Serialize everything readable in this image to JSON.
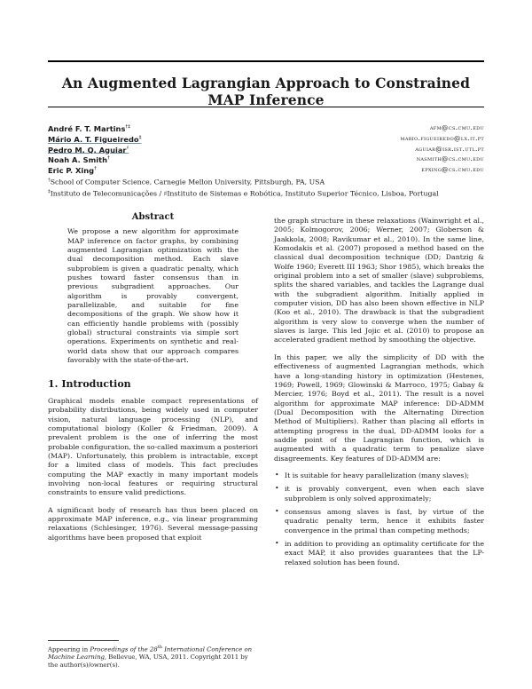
{
  "title": "An Augmented Lagrangian Approach to Constrained MAP Inference",
  "authors": [
    {
      "name": "André F. T. Martins",
      "marks": "†‡",
      "email": "afm@cs.cmu.edu"
    },
    {
      "name": "Mário A. T. Figueiredo",
      "marks": "‡",
      "email": "mario.figueiredo@lx.it.pt"
    },
    {
      "name": "Pedro M. Q. Aguiar",
      "marks": "♯",
      "email": "aguiar@isr.ist.utl.pt"
    },
    {
      "name": "Noah A. Smith",
      "marks": "†",
      "email": "nasmith@cs.cmu.edu"
    },
    {
      "name": "Eric P. Xing",
      "marks": "†",
      "email": "epxing@cs.cmu.edu"
    }
  ],
  "affiliations": [
    {
      "mark": "†",
      "text": "School of Computer Science, Carnegie Mellon University, Pittsburgh, PA, USA"
    },
    {
      "mark": "‡",
      "text": "Instituto de Telecomunicações / ♯Instituto de Sistemas e Robótica, Instituto Superior Técnico, Lisboa, Portugal"
    }
  ],
  "abstract": {
    "heading": "Abstract",
    "text": "We propose a new algorithm for approximate MAP inference on factor graphs, by combining augmented Lagrangian optimization with the dual decomposition method. Each slave subproblem is given a quadratic penalty, which pushes toward faster consensus than in previous subgradient approaches. Our algorithm is provably convergent, parallelizable, and suitable for fine decompositions of the graph. We show how it can efficiently handle problems with (possibly global) structural constraints via simple sort operations. Experiments on synthetic and real-world data show that our approach compares favorably with the state-of-the-art."
  },
  "intro": {
    "heading": "1. Introduction",
    "p1": "Graphical models enable compact representations of probability distributions, being widely used in computer vision, natural language processing (NLP), and computational biology (Koller & Friedman, 2009). A prevalent problem is the one of inferring the most probable configuration, the so-called maximum a posteriori (MAP). Unfortunately, this problem is intractable, except for a limited class of models. This fact precludes computing the MAP exactly in many important models involving non-local features or requiring structural constraints to ensure valid predictions.",
    "p2": "A significant body of research has thus been placed on approximate MAP inference, e.g., via linear programming relaxations (Schlesinger, 1976). Several message-passing algorithms have been proposed that exploit"
  },
  "right": {
    "p1": "the graph structure in these relaxations (Wainwright et al., 2005; Kolmogorov, 2006; Werner, 2007; Globerson & Jaakkola, 2008; Ravikumar et al., 2010). In the same line, Komodakis et al. (2007) proposed a method based on the classical dual decomposition technique (DD; Dantzig & Wolfe 1960; Everett III 1963; Shor 1985), which breaks the original problem into a set of smaller (slave) subproblems, splits the shared variables, and tackles the Lagrange dual with the subgradient algorithm. Initially applied in computer vision, DD has also been shown effective in NLP (Koo et al., 2010). The drawback is that the subgradient algorithm is very slow to converge when the number of slaves is large. This led Jojic et al. (2010) to propose an accelerated gradient method by smoothing the objective.",
    "p2": "In this paper, we ally the simplicity of DD with the effectiveness of augmented Lagrangian methods, which have a long-standing history in optimization (Hestenes, 1969; Powell, 1969; Glowinski & Marroco, 1975; Gabay & Mercier, 1976; Boyd et al., 2011). The result is a novel algorithm for approximate MAP inference: DD-ADMM (Dual Decomposition with the Alternating Direction Method of Multipliers). Rather than placing all efforts in attempting progress in the dual, DD-ADMM looks for a saddle point of the Lagrangian function, which is augmented with a quadratic term to penalize slave disagreements. Key features of DD-ADMM are:",
    "bullets": [
      "It is suitable for heavy parallelization (many slaves);",
      "it is provably convergent, even when each slave subproblem is only solved approximately;",
      "consensus among slaves is fast, by virtue of the quadratic penalty term, hence it exhibits faster convergence in the primal than competing methods;",
      "in addition to providing an optimality certificate for the exact MAP, it also provides guarantees that the LP-relaxed solution has been found."
    ]
  },
  "footnote": {
    "line1a": "Appearing in ",
    "line1b": "Proceedings of the 28",
    "sup": "th",
    "line1c": " International Conference on Machine Learning",
    "line1d": ", Bellevue, WA, USA, 2011. Copyright 2011 by the author(s)/owner(s)."
  }
}
